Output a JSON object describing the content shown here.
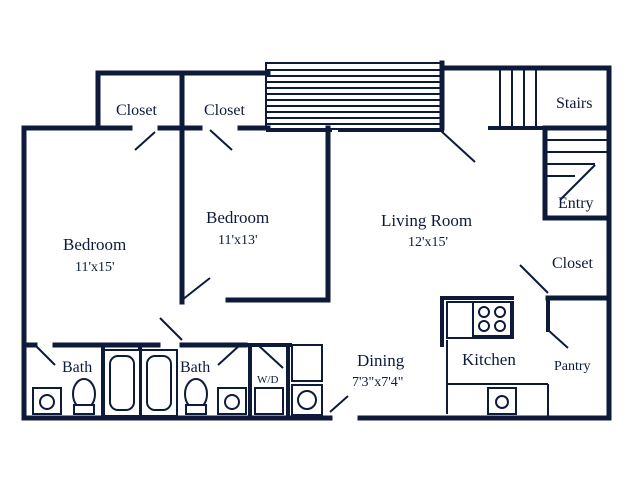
{
  "rooms": {
    "closet_left": "Closet",
    "closet_mid": "Closet",
    "stairs": "Stairs",
    "entry": "Entry",
    "bedroom_left_name": "Bedroom",
    "bedroom_left_size": "11'x15'",
    "bedroom_mid_name": "Bedroom",
    "bedroom_mid_size": "11'x13'",
    "living_name": "Living Room",
    "living_size": "12'x15'",
    "closet_right": "Closet",
    "bath_left": "Bath",
    "bath_right": "Bath",
    "wd": "W/D",
    "dining_name": "Dining",
    "dining_size": "7'3\"x7'4\"",
    "kitchen": "Kitchen",
    "pantry": "Pantry"
  }
}
